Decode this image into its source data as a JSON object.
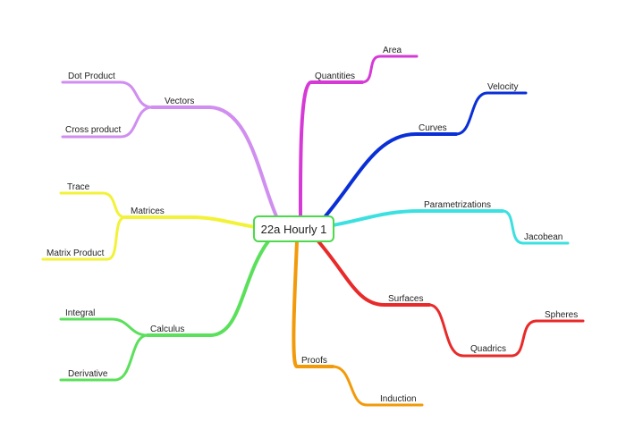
{
  "root": {
    "label": "22a Hourly 1",
    "color": "#4cd94c"
  },
  "branches": {
    "quantities": {
      "label": "Quantities",
      "color": "#d63ad6",
      "children": [
        "Area"
      ]
    },
    "curves": {
      "label": "Curves",
      "color": "#0a2fd6",
      "children": [
        "Velocity"
      ]
    },
    "parametrizations": {
      "label": "Parametrizations",
      "color": "#3ce0e0",
      "children": [
        "Jacobean"
      ]
    },
    "surfaces": {
      "label": "Surfaces",
      "color": "#e82a2a",
      "children": [
        "Quadrics"
      ],
      "grandchildren": [
        "Spheres"
      ]
    },
    "proofs": {
      "label": "Proofs",
      "color": "#f29a0a",
      "children": [
        "Induction"
      ]
    },
    "calculus": {
      "label": "Calculus",
      "color": "#5be05b",
      "children": [
        "Integral",
        "Derivative"
      ]
    },
    "matrices": {
      "label": "Matrices",
      "color": "#f2f238",
      "children": [
        "Trace",
        "Matrix Product"
      ]
    },
    "vectors": {
      "label": "Vectors",
      "color": "#d08ef0",
      "children": [
        "Dot Product",
        "Cross product"
      ]
    }
  }
}
